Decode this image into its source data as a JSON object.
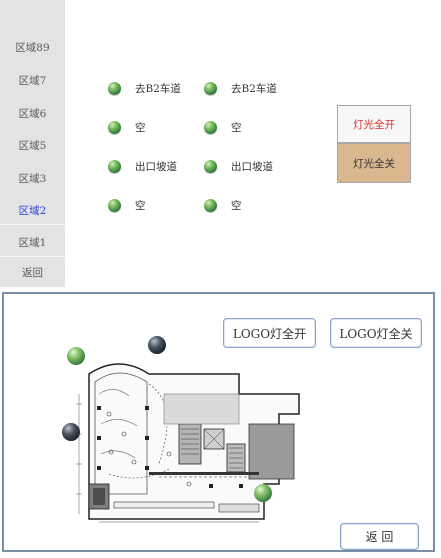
{
  "sidebar": {
    "items": [
      {
        "label": "区域89",
        "active": false
      },
      {
        "label": "区域7",
        "active": false
      },
      {
        "label": "区域6",
        "active": false
      },
      {
        "label": "区域5",
        "active": false
      },
      {
        "label": "区域3",
        "active": false
      },
      {
        "label": "区域2",
        "active": true
      },
      {
        "label": "区域1",
        "active": false
      },
      {
        "label": "返回",
        "active": false
      }
    ]
  },
  "lights": {
    "left": [
      {
        "label": "去B2车道"
      },
      {
        "label": "空"
      },
      {
        "label": "出口坡道"
      },
      {
        "label": "空"
      }
    ],
    "right": [
      {
        "label": "去B2车道"
      },
      {
        "label": "空"
      },
      {
        "label": "出口坡道"
      },
      {
        "label": "空"
      }
    ],
    "indicator_color": "#4e9b47"
  },
  "controls": {
    "all_on": "灯光全开",
    "all_off": "灯光全关",
    "all_on_color": "#e03030",
    "all_off_bg": "#d9b88f"
  },
  "logo_panel": {
    "logo_all_on": "LOGO灯全开",
    "logo_all_off": "LOGO灯全关",
    "back": "返 回",
    "markers": [
      {
        "name": "marker-1",
        "state": "on"
      },
      {
        "name": "marker-2",
        "state": "off"
      },
      {
        "name": "marker-3",
        "state": "off"
      },
      {
        "name": "marker-4",
        "state": "on"
      }
    ]
  }
}
